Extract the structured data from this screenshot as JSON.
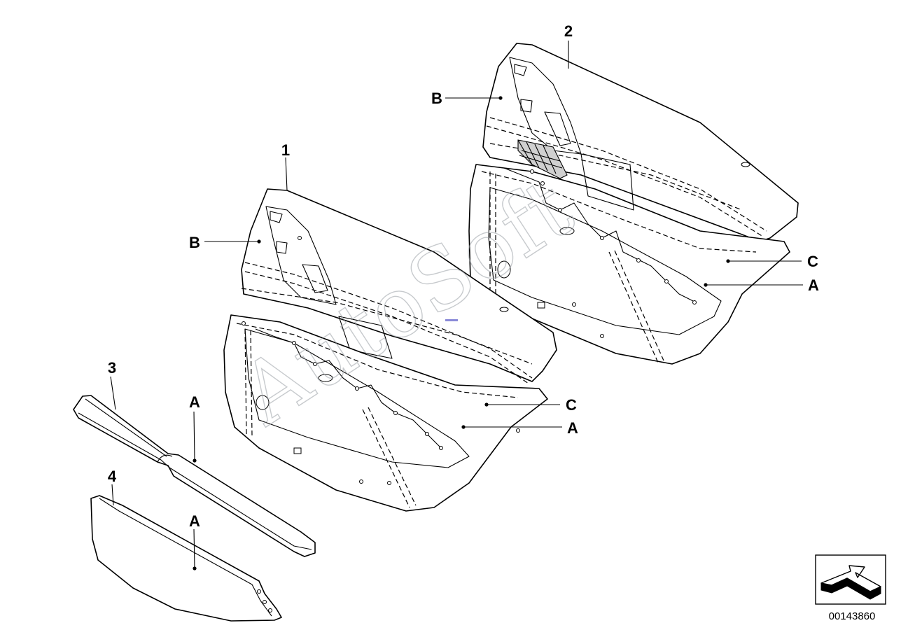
{
  "diagram": {
    "callouts": {
      "part_1": "1",
      "part_2": "2",
      "part_3": "3",
      "part_4": "4",
      "b_front": "B",
      "b_rear": "B",
      "c_front": "C",
      "c_rear": "C",
      "a_front": "A",
      "a_rear": "A",
      "a_part3": "A",
      "a_part4": "A"
    },
    "diagram_number": "00143860",
    "watermark": "AutoSoft",
    "icon": "orientation-arrow-icon"
  }
}
